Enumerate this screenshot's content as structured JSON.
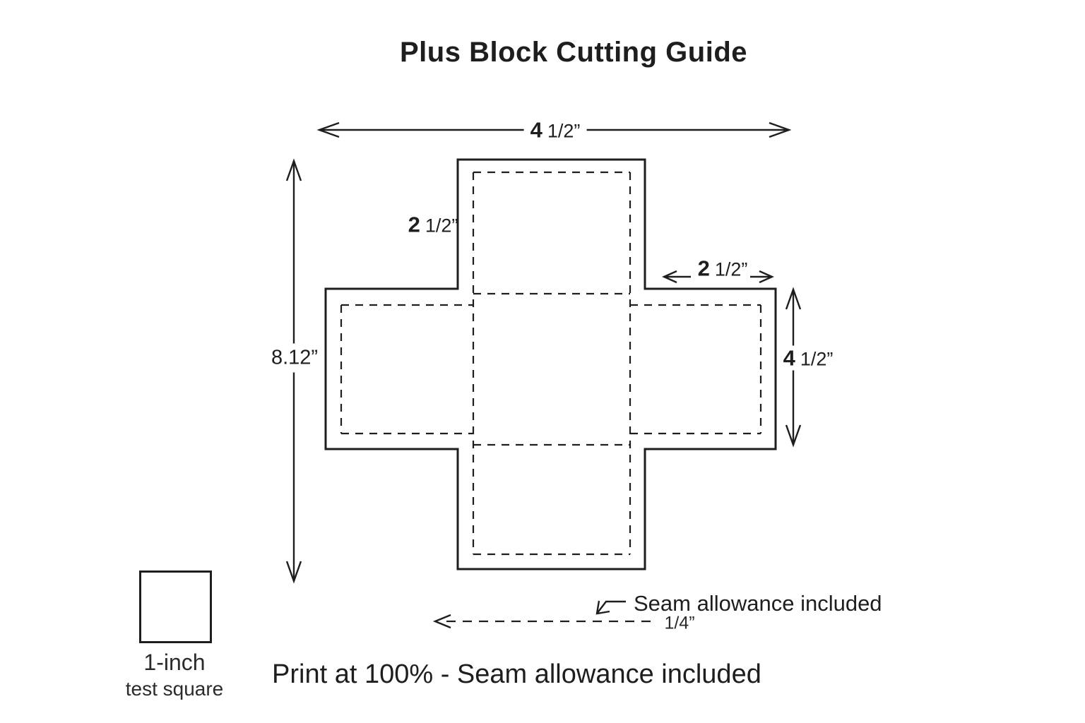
{
  "title": "Plus Block Cutting Guide",
  "dimensions": {
    "top_width": {
      "value": "4",
      "fraction": "1/2”"
    },
    "block_height": {
      "value": "8.12”",
      "fraction": ""
    },
    "top_arm": {
      "value": "2",
      "fraction": "1/2”"
    },
    "right_arm": {
      "value": "2",
      "fraction": "1/2”"
    },
    "right_height": {
      "value": "4",
      "fraction": "1/2”"
    },
    "seam_allowance": "1/4”"
  },
  "notes": {
    "seam": "Seam allowance included"
  },
  "footer": "Print at 100% - Seam allowance included",
  "test_square": {
    "label_line1": "1-inch",
    "label_line2": "test square"
  },
  "colors": {
    "ink": "#1e1e1e",
    "background": "#ffffff"
  }
}
